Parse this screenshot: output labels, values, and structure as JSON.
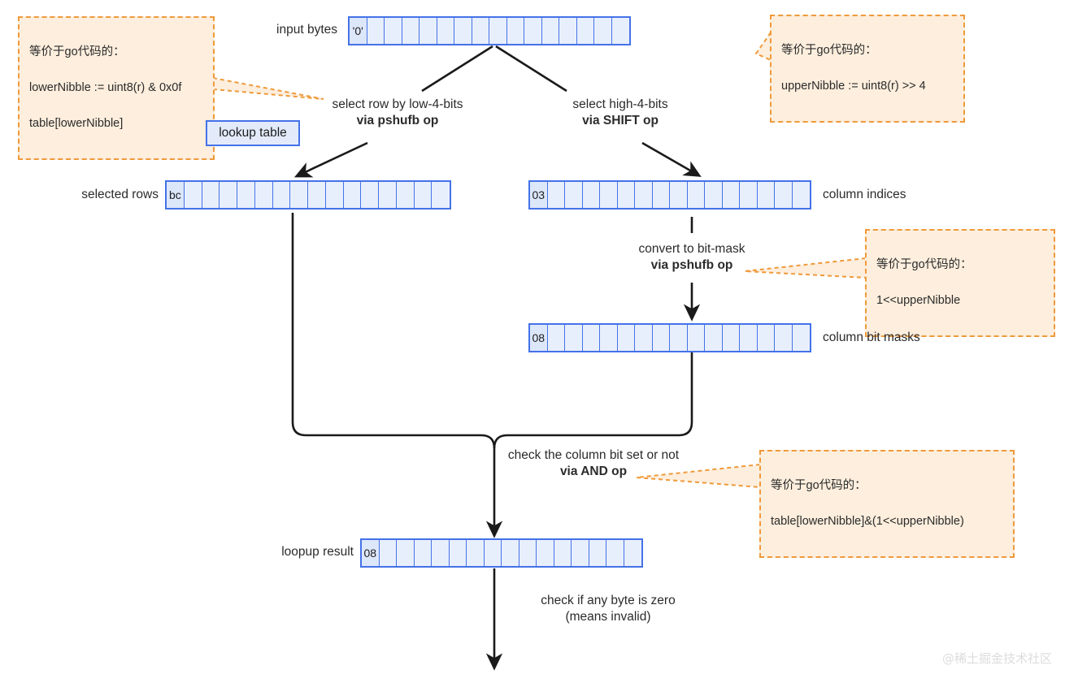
{
  "diagram": {
    "title": "SIMD base64/hex lookup table validation flow",
    "colors": {
      "cell_border": "#4472e8",
      "cell_fill": "#e8effc",
      "callout_border": "#ef9a3b",
      "callout_fill": "#fdeedd",
      "arrow": "#1a1a1a",
      "watermark": "#dcdcdc"
    },
    "rows": {
      "input_bytes": {
        "label": "input bytes",
        "first_cell": "'0'",
        "cell_count": 16
      },
      "selected_rows": {
        "label": "selected rows",
        "first_cell": "bc",
        "cell_count": 16
      },
      "column_indices": {
        "label": "column indices",
        "first_cell": "03",
        "cell_count": 16
      },
      "column_bit_masks": {
        "label": "column bit masks",
        "first_cell": "08",
        "cell_count": 16
      },
      "loopup_result": {
        "label": "loopup result",
        "first_cell": "08",
        "cell_count": 16
      }
    },
    "lookup_table": {
      "label": "lookup table"
    },
    "steps": {
      "select_low": {
        "line1": "select row by low-4-bits",
        "line2": "via pshufb op"
      },
      "select_high": {
        "line1": "select high-4-bits",
        "line2": "via SHIFT op"
      },
      "convert_bitmask": {
        "line1": "convert to bit-mask",
        "line2": "via pshufb op"
      },
      "check_bit": {
        "line1": "check the column bit set or not",
        "line2": "via AND op"
      },
      "check_zero": {
        "line1": "check if any byte is zero",
        "line2": "(means invalid)"
      }
    },
    "callouts": {
      "lower_nibble": {
        "line1": "等价于go代码的：",
        "line2": "lowerNibble := uint8(r) & 0x0f",
        "line3": "table[lowerNibble]"
      },
      "upper_nibble": {
        "line1": "等价于go代码的：",
        "line2": "upperNibble := uint8(r) >> 4"
      },
      "shift_one": {
        "line1": "等价于go代码的：",
        "line2": "1<<upperNibble"
      },
      "and_op": {
        "line1": "等价于go代码的：",
        "line2": "table[lowerNibble]&(1<<upperNibble)"
      }
    },
    "watermark": "@稀土掘金技术社区"
  }
}
